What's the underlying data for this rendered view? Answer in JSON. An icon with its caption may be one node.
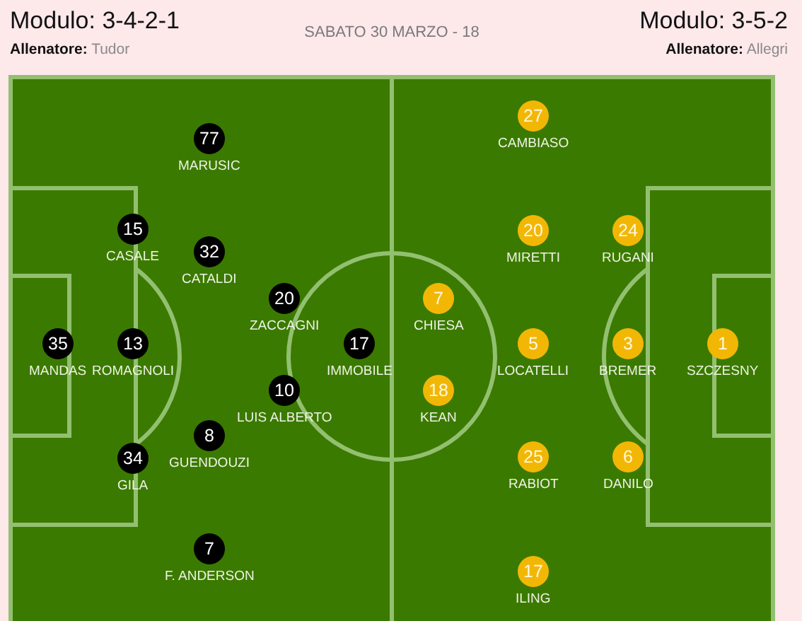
{
  "diagram": {
    "nodes": [
      {
        "text": [
          "77"
        ],
        "beside": [
          "MARUSIC"
        ]
      },
      {
        "text": [
          "15"
        ],
        "beside": [
          "CASALE"
        ]
      },
      {
        "text": [
          "32"
        ],
        "beside": [
          "CATALDI"
        ]
      },
      {
        "text": [
          "20"
        ],
        "beside": [
          "ZACCAGNI"
        ]
      },
      {
        "text": [
          "35"
        ],
        "beside": [
          "MANDAS"
        ]
      },
      {
        "text": [
          "13"
        ],
        "beside": [
          "ROMAGNOLI"
        ]
      },
      {
        "text": [
          "17"
        ],
        "beside": [
          "IMMOBILE"
        ]
      },
      {
        "text": [
          "10"
        ],
        "beside": [
          "LUIS ALBERTO"
        ]
      },
      {
        "text": [
          "8"
        ],
        "beside": [
          "GUENDOUZI"
        ]
      },
      {
        "text": [
          "34"
        ],
        "beside": [
          "GILA"
        ]
      },
      {
        "text": [
          "7"
        ],
        "beside": [
          "F. ANDERSON"
        ]
      },
      {
        "text": [
          "27"
        ],
        "beside": [
          "CAMBIASO"
        ]
      },
      {
        "text": [
          "20"
        ],
        "beside": [
          "MIRETTI"
        ]
      },
      {
        "text": [
          "24"
        ],
        "beside": [
          "RUGANI"
        ]
      },
      {
        "text": [
          "7"
        ],
        "beside": [
          "CHIESA"
        ]
      },
      {
        "text": [
          "5"
        ],
        "beside": [
          "LOCATELLI"
        ]
      },
      {
        "text": [
          "3"
        ],
        "beside": [
          "BREMER"
        ]
      },
      {
        "text": [
          "1"
        ],
        "beside": [
          "SZCZESNY"
        ]
      },
      {
        "text": [
          "18"
        ],
        "beside": [
          "KEAN"
        ]
      },
      {
        "text": [
          "25"
        ],
        "beside": [
          "RABIOT"
        ]
      },
      {
        "text": [
          "6"
        ],
        "beside": [
          "DANILO"
        ]
      },
      {
        "text": [
          "17"
        ],
        "beside": [
          "ILING"
        ]
      }
    ],
    "labels": [
      "Modulo: 3-4-2-1",
      "SABATO 30 MARZO - 18",
      "Modulo: 3-5-2",
      "**Allenatore:** Tudor",
      "**Allenatore:** Allegri"
    ]
  }
}
